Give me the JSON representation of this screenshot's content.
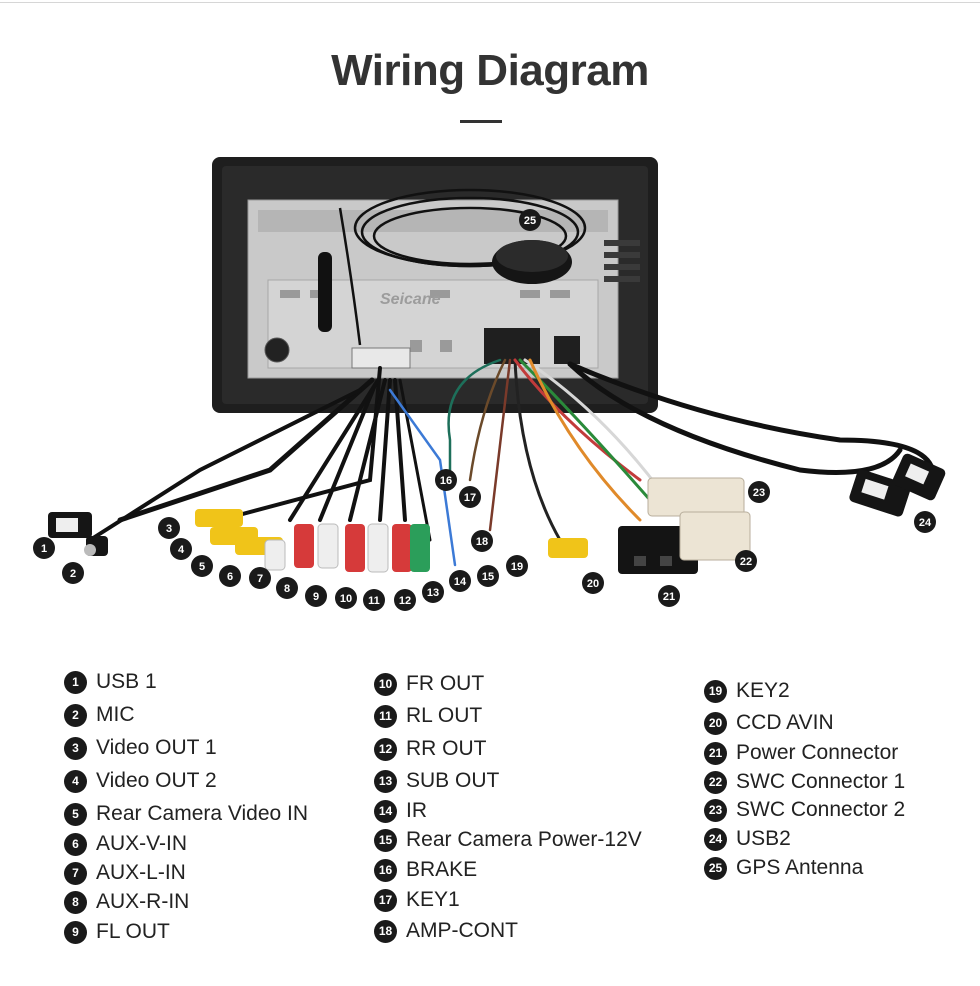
{
  "title": "Wiring Diagram",
  "watermark": "Seicane",
  "colors": {
    "badge": "#1a1a1a",
    "text": "#222222",
    "unit_frame": "#1e1e1e",
    "chassis": "#c9c9c9"
  },
  "callouts": [
    "1",
    "2",
    "3",
    "4",
    "5",
    "6",
    "7",
    "8",
    "9",
    "10",
    "11",
    "12",
    "13",
    "14",
    "15",
    "16",
    "17",
    "18",
    "19",
    "20",
    "21",
    "22",
    "23",
    "24",
    "25"
  ],
  "legend": [
    {
      "num": "1",
      "label": "USB 1"
    },
    {
      "num": "2",
      "label": "MIC"
    },
    {
      "num": "3",
      "label": "Video OUT 1"
    },
    {
      "num": "4",
      "label": "Video OUT 2"
    },
    {
      "num": "5",
      "label": "Rear Camera Video IN"
    },
    {
      "num": "6",
      "label": "AUX-V-IN"
    },
    {
      "num": "7",
      "label": "AUX-L-IN"
    },
    {
      "num": "8",
      "label": "AUX-R-IN"
    },
    {
      "num": "9",
      "label": "FL OUT"
    },
    {
      "num": "10",
      "label": "FR OUT"
    },
    {
      "num": "11",
      "label": "RL OUT"
    },
    {
      "num": "12",
      "label": "RR OUT"
    },
    {
      "num": "13",
      "label": "SUB OUT"
    },
    {
      "num": "14",
      "label": "IR"
    },
    {
      "num": "15",
      "label": "Rear Camera Power-12V"
    },
    {
      "num": "16",
      "label": "BRAKE"
    },
    {
      "num": "17",
      "label": "KEY1"
    },
    {
      "num": "18",
      "label": "AMP-CONT"
    },
    {
      "num": "19",
      "label": "KEY2"
    },
    {
      "num": "20",
      "label": "CCD AVIN"
    },
    {
      "num": "21",
      "label": "Power Connector"
    },
    {
      "num": "22",
      "label": "SWC Connector 1"
    },
    {
      "num": "23",
      "label": "SWC Connector 2"
    },
    {
      "num": "24",
      "label": "USB2"
    },
    {
      "num": "25",
      "label": "GPS Antenna"
    }
  ]
}
